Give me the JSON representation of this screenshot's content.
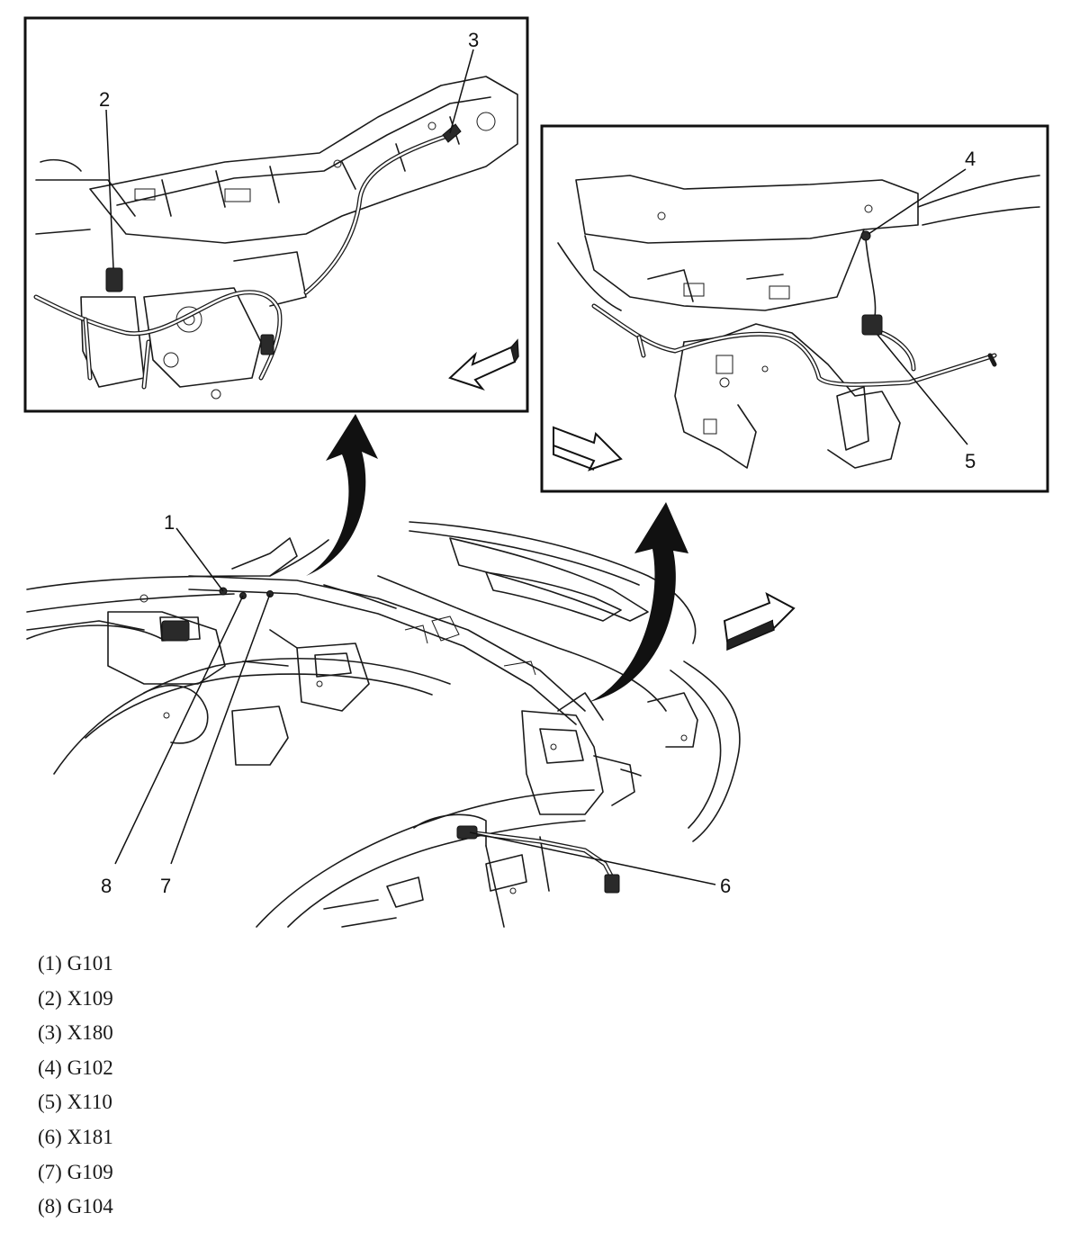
{
  "callouts": {
    "c1": "1",
    "c2": "2",
    "c3": "3",
    "c4": "4",
    "c5": "5",
    "c6": "6",
    "c7": "7",
    "c8": "8"
  },
  "legend": [
    {
      "num": "(1)",
      "code": "G101"
    },
    {
      "num": "(2)",
      "code": "X109"
    },
    {
      "num": "(3)",
      "code": "X180"
    },
    {
      "num": "(4)",
      "code": "G102"
    },
    {
      "num": "(5)",
      "code": "X110"
    },
    {
      "num": "(6)",
      "code": "X181"
    },
    {
      "num": "(7)",
      "code": "G109"
    },
    {
      "num": "(8)",
      "code": "G104"
    }
  ],
  "colors": {
    "ink": "#1a1a1a",
    "background": "#ffffff"
  }
}
